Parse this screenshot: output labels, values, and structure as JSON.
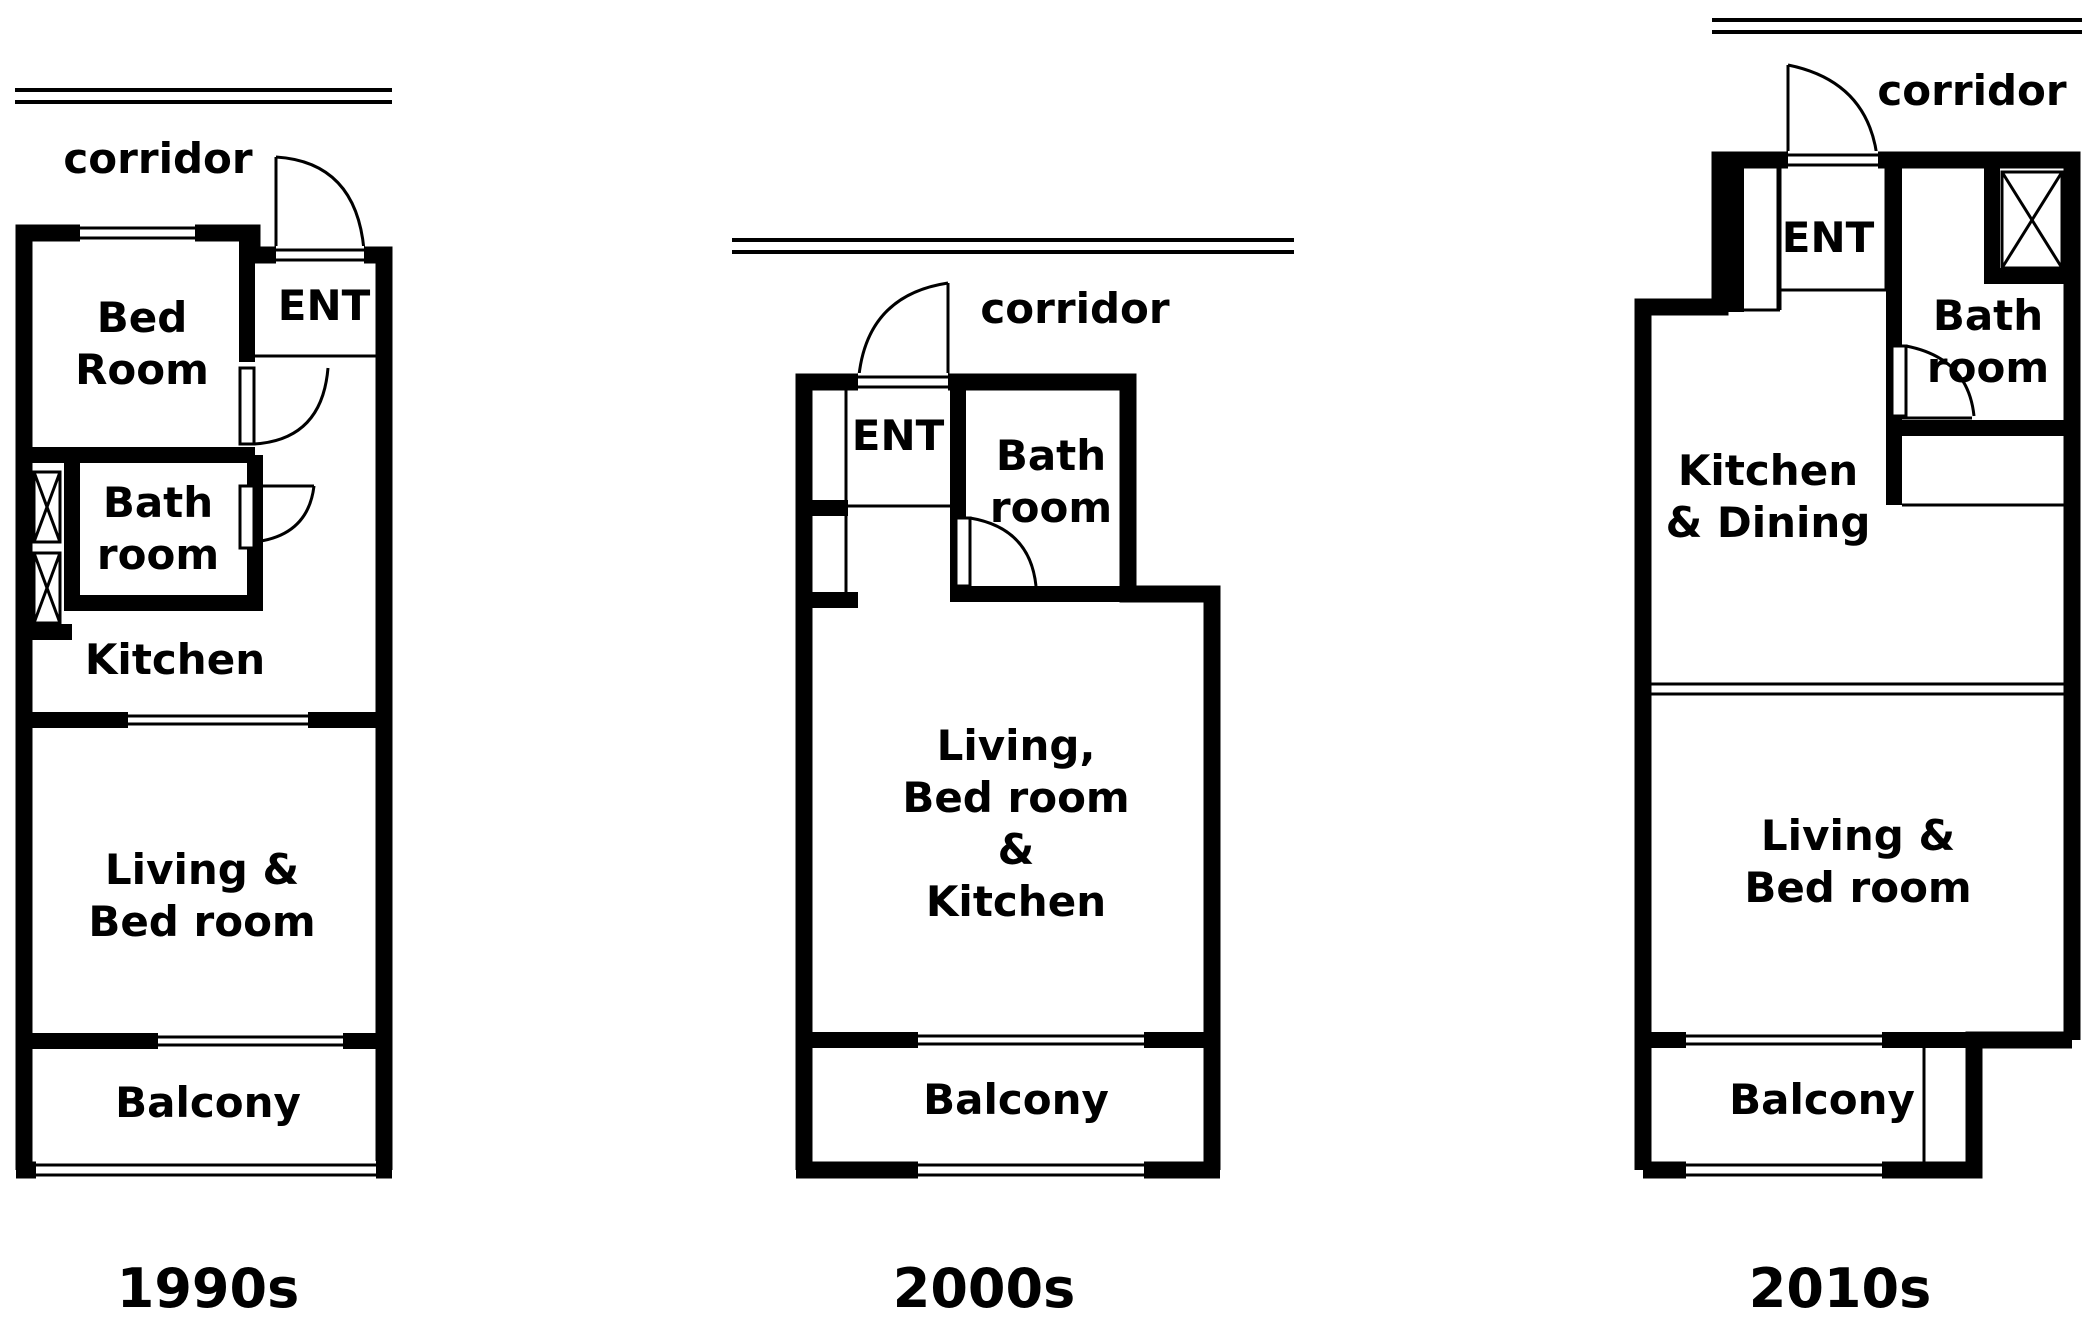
{
  "plans": [
    {
      "decade": "1990s",
      "labels": {
        "corridor": "corridor",
        "ent": "ENT",
        "bed_room": [
          "Bed",
          "Room"
        ],
        "bath_room": [
          "Bath",
          "room"
        ],
        "kitchen": "Kitchen",
        "living": [
          "Living &",
          "Bed room"
        ],
        "balcony": "Balcony"
      }
    },
    {
      "decade": "2000s",
      "labels": {
        "corridor": "corridor",
        "ent": "ENT",
        "bath_room": [
          "Bath",
          "room"
        ],
        "living": [
          "Living,",
          "Bed room",
          "&",
          "Kitchen"
        ],
        "balcony": "Balcony"
      }
    },
    {
      "decade": "2010s",
      "labels": {
        "corridor": "corridor",
        "ent": "ENT",
        "bath_room": [
          "Bath",
          "room"
        ],
        "kitchen_dining": [
          "Kitchen",
          "& Dining"
        ],
        "living": [
          "Living &",
          "Bed room"
        ],
        "balcony": "Balcony"
      }
    }
  ]
}
